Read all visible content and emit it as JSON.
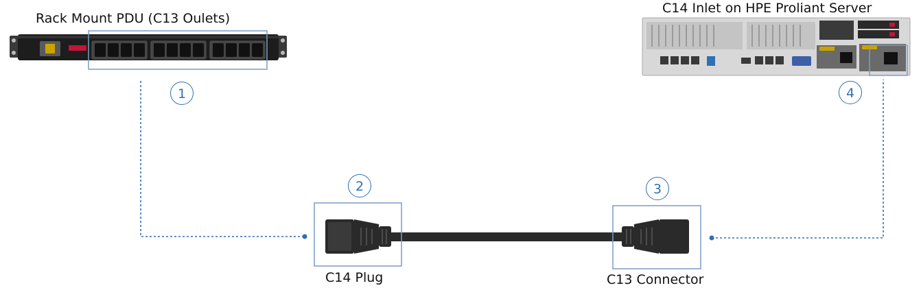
{
  "pdu": {
    "label": "Rack Mount PDU (C13 Oulets)"
  },
  "server": {
    "label": "C14 Inlet on HPE Proliant Server"
  },
  "plug": {
    "label": "C14 Plug"
  },
  "connector": {
    "label": "C13 Connector"
  },
  "markers": [
    {
      "number": "1"
    },
    {
      "number": "2"
    },
    {
      "number": "3"
    },
    {
      "number": "4"
    }
  ],
  "colors": {
    "accent": "#2f6fb3",
    "highlight_box": "#7a9cc6",
    "cable": "#2b2b2b",
    "device": "#1c1c1c"
  }
}
